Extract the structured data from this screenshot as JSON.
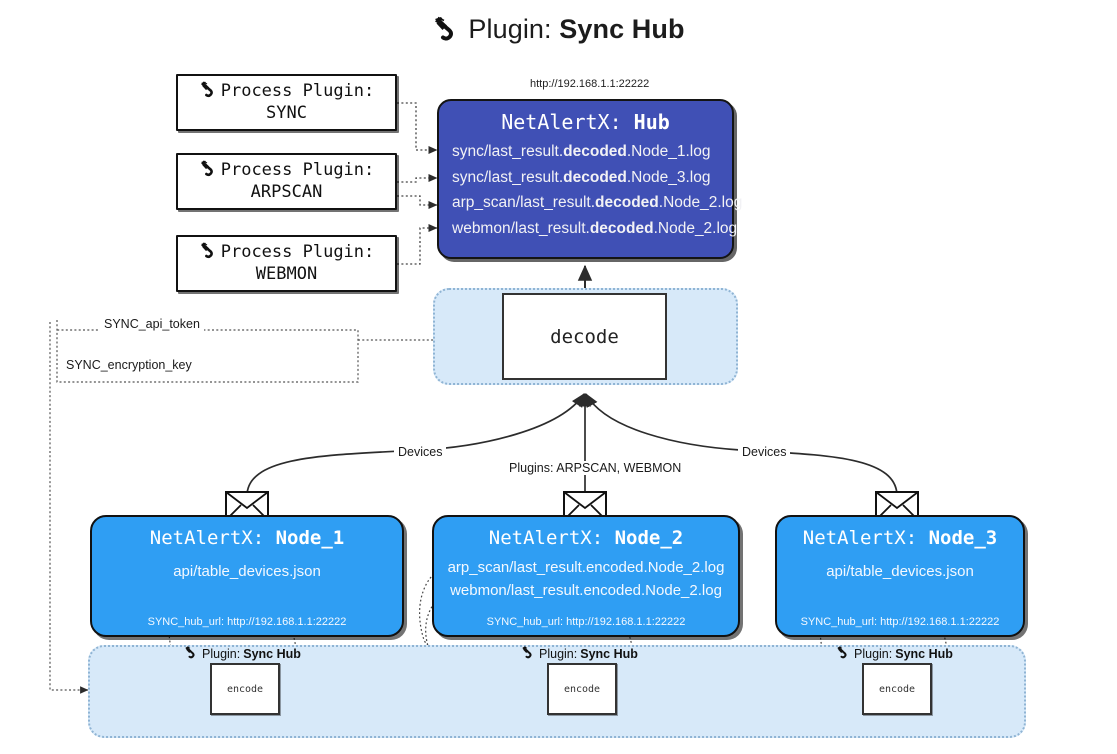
{
  "title": {
    "icon": "plug-icon",
    "prefix": "Plugin:",
    "name": "Sync Hub"
  },
  "hub": {
    "url": "http://192.168.1.1:22222",
    "title_prefix": "NetAlertX:",
    "title_name": "Hub",
    "lines": [
      {
        "pre": "sync/last_result.",
        "strong": "decoded",
        "post": ".Node_1.log"
      },
      {
        "pre": "sync/last_result.",
        "strong": "decoded",
        "post": ".Node_3.log"
      },
      {
        "pre": "arp_scan/last_result.",
        "strong": "decoded",
        "post": ".Node_2.log"
      },
      {
        "pre": "webmon/last_result.",
        "strong": "decoded",
        "post": ".Node_2.log"
      }
    ]
  },
  "process_plugins": [
    {
      "icon": "plug-icon",
      "label": "Process Plugin:",
      "name": "SYNC"
    },
    {
      "icon": "plug-icon",
      "label": "Process Plugin:",
      "name": "ARPSCAN"
    },
    {
      "icon": "plug-icon",
      "label": "Process Plugin:",
      "name": "WEBMON"
    }
  ],
  "decode": {
    "label": "decode"
  },
  "settings": [
    {
      "label": "SYNC_api_token"
    },
    {
      "label": "SYNC_encryption_key"
    }
  ],
  "edges": [
    {
      "label": "Devices"
    },
    {
      "label": "Plugins: ARPSCAN, WEBMON"
    },
    {
      "label": "Devices"
    }
  ],
  "nodes": [
    {
      "title_prefix": "NetAlertX:",
      "title_name": "Node_1",
      "lines": [
        "api/table_devices.json"
      ],
      "footer": "SYNC_hub_url: http://192.168.1.1:22222",
      "plugin_tag_prefix": "Plugin:",
      "plugin_tag_name": "Sync Hub",
      "encode_label": "encode"
    },
    {
      "title_prefix": "NetAlertX:",
      "title_name": "Node_2",
      "lines": [
        "arp_scan/last_result.encoded.Node_2.log",
        "webmon/last_result.encoded.Node_2.log"
      ],
      "footer": "SYNC_hub_url: http://192.168.1.1:22222",
      "plugin_tag_prefix": "Plugin:",
      "plugin_tag_name": "Sync Hub",
      "encode_label": "encode"
    },
    {
      "title_prefix": "NetAlertX:",
      "title_name": "Node_3",
      "lines": [
        "api/table_devices.json"
      ],
      "footer": "SYNC_hub_url: http://192.168.1.1:22222",
      "plugin_tag_prefix": "Plugin:",
      "plugin_tag_name": "Sync Hub",
      "encode_label": "encode"
    }
  ],
  "colors": {
    "hub": "#4050b5",
    "node": "#2f9ef3",
    "band": "#d7e9f9",
    "band_border": "#8fb4d4",
    "stroke": "#333333"
  }
}
